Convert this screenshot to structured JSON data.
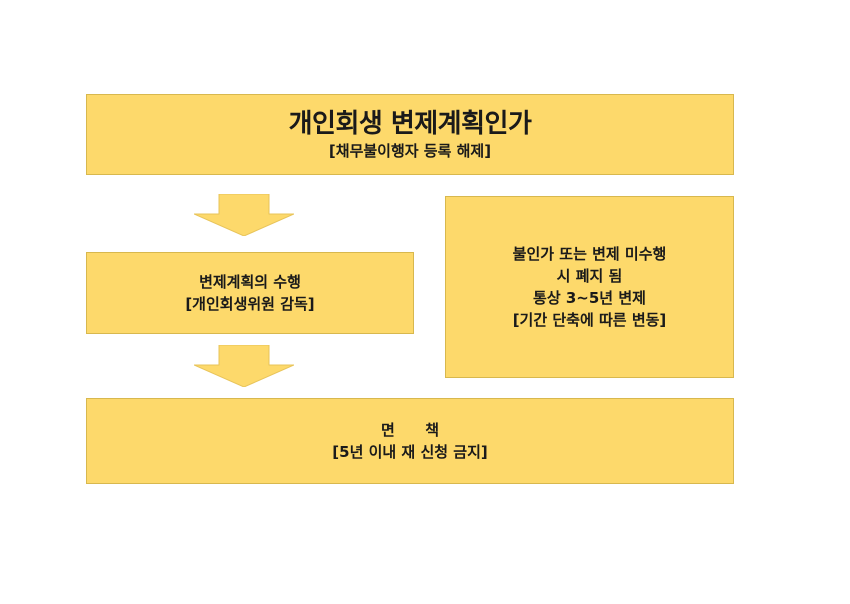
{
  "colors": {
    "box_fill": "#fdd96b",
    "arrow_fill": "#fdd96b"
  },
  "top_box": {
    "title": "개인회생 변제계획인가",
    "subtitle": "[채무불이행자 등록 해제]"
  },
  "mid_box": {
    "line1": "변제계획의 수행",
    "line2": "[개인회생위원 감독]"
  },
  "side_box": {
    "line1": "불인가 또는 변제 미수행",
    "line2": "시 폐지 됨",
    "line3": "통상 3~5년 변제",
    "line4": "[기간 단축에 따른 변동]"
  },
  "bottom_box": {
    "line1": "면  책",
    "line2": "[5년 이내 재 신청 금지]"
  }
}
